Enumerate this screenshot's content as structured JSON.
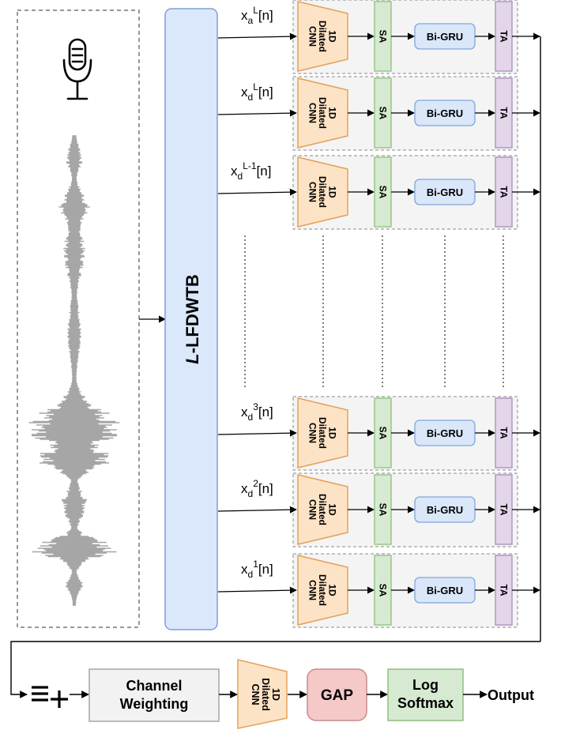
{
  "filterbank": {
    "label_italic": "L",
    "label_rest": "-LFDWTB"
  },
  "branches": [
    {
      "base": "x",
      "sub": "a",
      "sup": "L",
      "arg": "[n]"
    },
    {
      "base": "x",
      "sub": "d",
      "sup": "L",
      "arg": "[n]"
    },
    {
      "base": "x",
      "sub": "d",
      "sup": "L-1",
      "arg": "[n]"
    },
    {
      "base": "x",
      "sub": "d",
      "sup": "3",
      "arg": "[n]"
    },
    {
      "base": "x",
      "sub": "d",
      "sup": "2",
      "arg": "[n]"
    },
    {
      "base": "x",
      "sub": "d",
      "sup": "1",
      "arg": "[n]"
    }
  ],
  "branch_block": {
    "cnn_lines": [
      "1D",
      "Dilated",
      "CNN"
    ],
    "sa": "SA",
    "bigru": "Bi-GRU",
    "ta": "TA"
  },
  "bottom": {
    "channel_weighting": [
      "Channel",
      "Weighting"
    ],
    "cnn_lines": [
      "1D",
      "Dilated",
      "CNN"
    ],
    "gap": "GAP",
    "log_softmax": [
      "Log",
      "Softmax"
    ],
    "output": "Output"
  },
  "icons": [
    "microphone-icon",
    "waveform",
    "concatenate-plus-icon"
  ],
  "colors": {
    "cnn_fill": "#fde3c5",
    "cnn_stroke": "#e3a15a",
    "sa_fill": "#d6ead1",
    "sa_stroke": "#8fbf7f",
    "gru_fill": "#dae7f9",
    "gru_stroke": "#7ea6dc",
    "ta_fill": "#e3d5ea",
    "ta_stroke": "#a88cbc",
    "fb_fill": "#dbe7fa",
    "fb_stroke": "#7ea0d4",
    "cw_fill": "#f2f2f2",
    "gap_fill": "#f6c9c9",
    "ls_fill": "#d6ead1",
    "wave": "#a6a6a6"
  }
}
